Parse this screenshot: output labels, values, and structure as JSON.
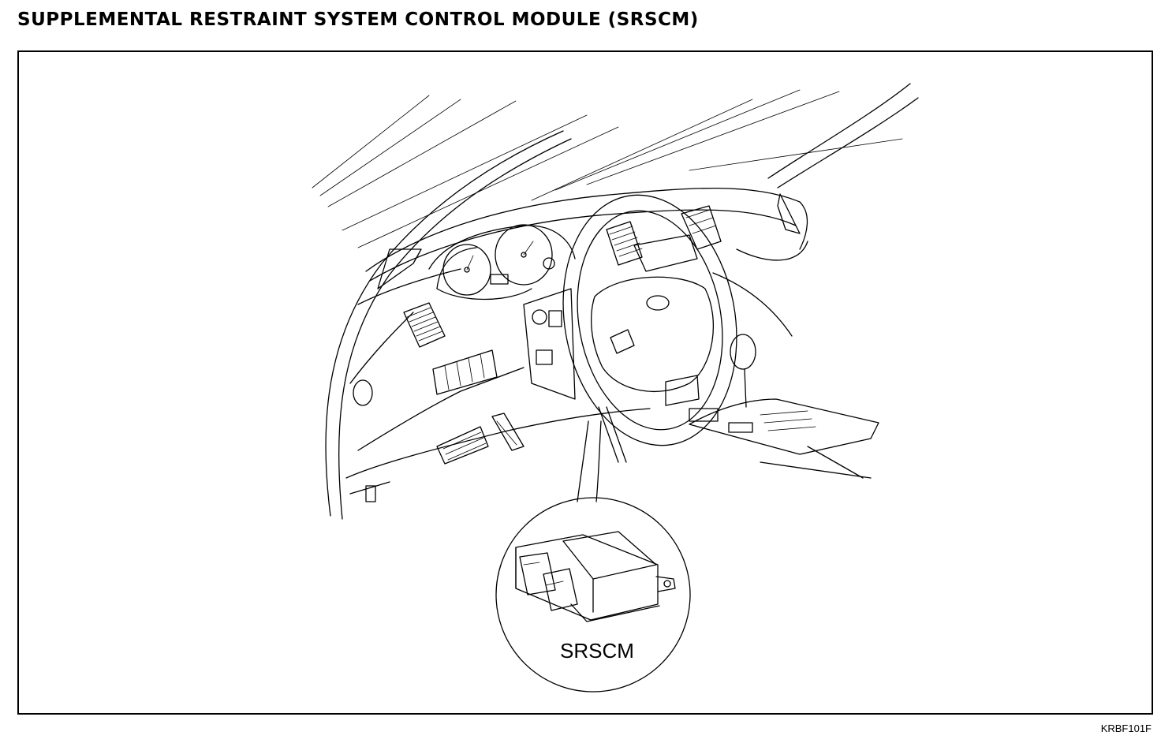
{
  "title": "SUPPLEMENTAL RESTRAINT SYSTEM CONTROL MODULE (SRSCM)",
  "callout_label": "SRSCM",
  "figure_code": "KRBF101F"
}
